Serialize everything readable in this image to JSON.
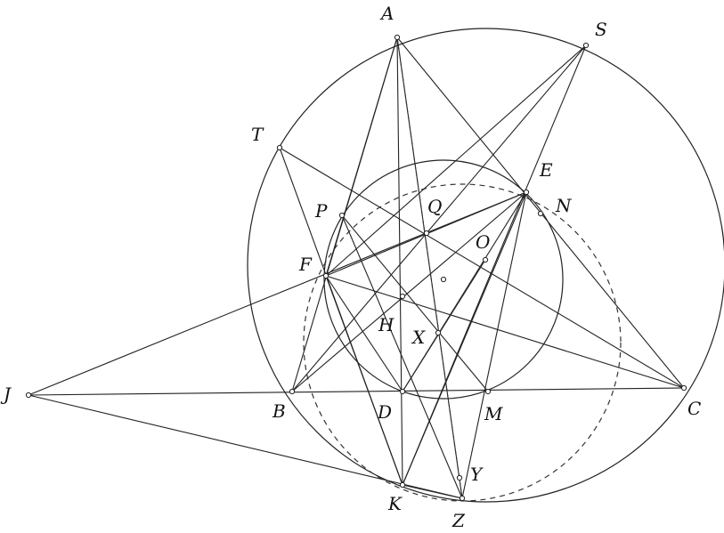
{
  "points": [
    {
      "id": "A",
      "label": "A"
    },
    {
      "id": "S",
      "label": "S"
    },
    {
      "id": "T",
      "label": "T"
    },
    {
      "id": "E",
      "label": "E"
    },
    {
      "id": "N",
      "label": "N"
    },
    {
      "id": "P",
      "label": "P"
    },
    {
      "id": "Q",
      "label": "Q"
    },
    {
      "id": "O",
      "label": "O"
    },
    {
      "id": "F",
      "label": "F"
    },
    {
      "id": "H",
      "label": "H"
    },
    {
      "id": "X",
      "label": "X"
    },
    {
      "id": "J",
      "label": "J"
    },
    {
      "id": "B",
      "label": "B"
    },
    {
      "id": "D",
      "label": "D"
    },
    {
      "id": "M",
      "label": "M"
    },
    {
      "id": "C",
      "label": "C"
    },
    {
      "id": "Y",
      "label": "Y"
    },
    {
      "id": "K",
      "label": "K"
    },
    {
      "id": "Z",
      "label": "Z"
    }
  ]
}
